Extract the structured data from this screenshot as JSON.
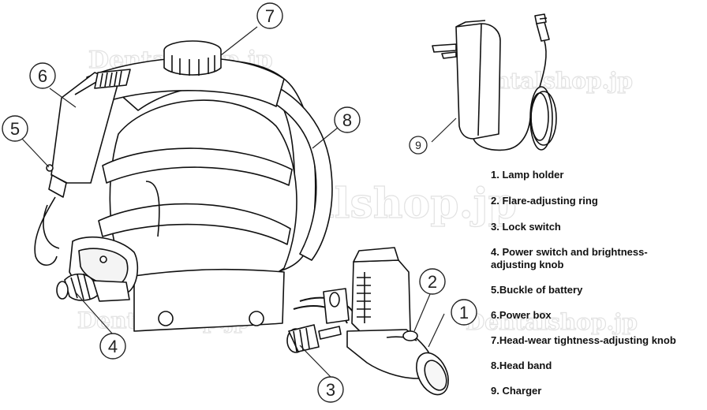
{
  "watermark": "Dentalshop.jp",
  "callouts": [
    "1",
    "2",
    "3",
    "4",
    "5",
    "6",
    "7",
    "8",
    "9"
  ],
  "legend": [
    "1. Lamp holder",
    "2. Flare-adjusting ring",
    "3. Lock switch",
    "4. Power switch and brightness-adjusting knob",
    "5.Buckle of battery",
    "6.Power box",
    "7.Head-wear tightness-adjusting knob",
    "8.Head band",
    "9. Charger"
  ]
}
